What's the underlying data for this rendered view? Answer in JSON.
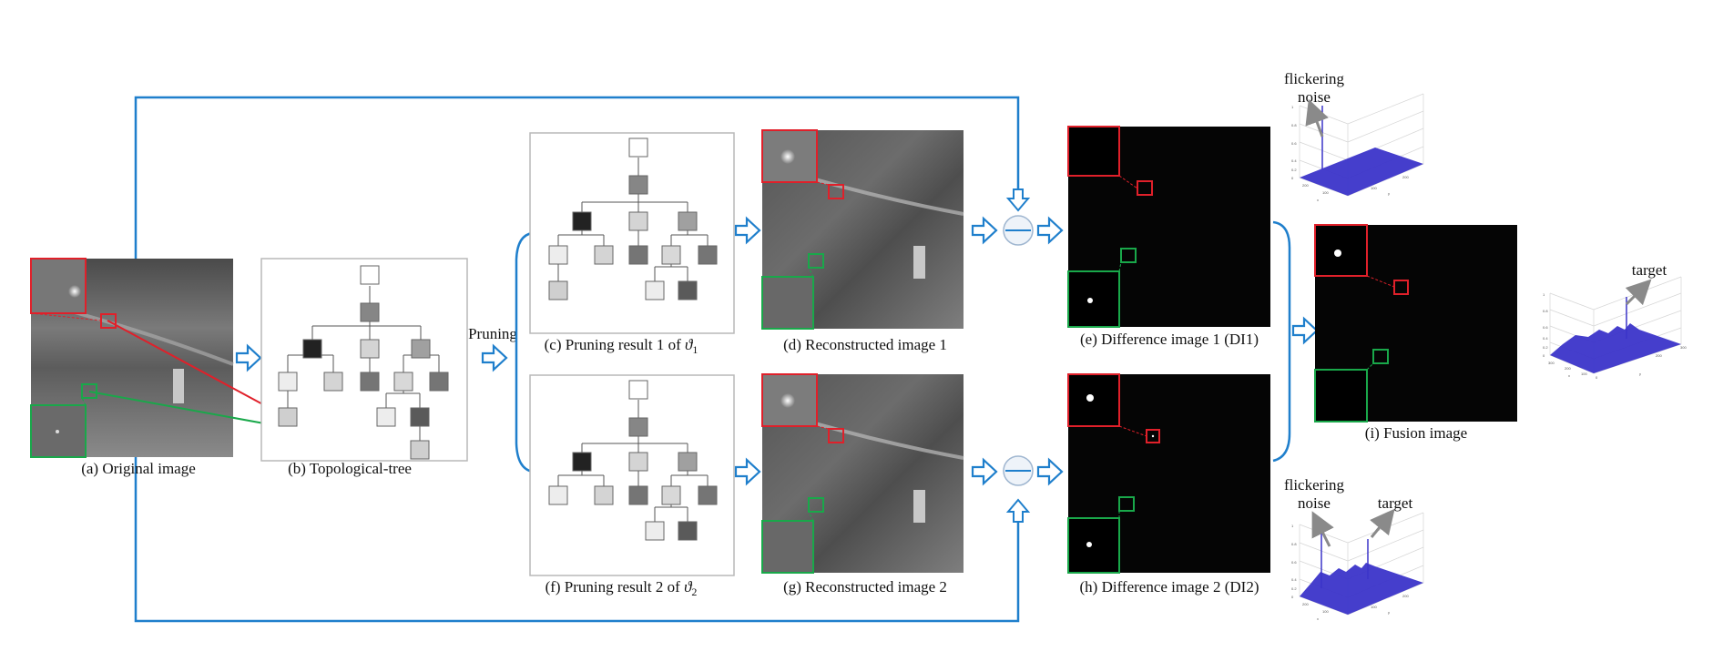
{
  "captions": {
    "a": "(a) Original image",
    "b": "(b) Topological-tree",
    "c_prefix": "(c) Pruning result 1 of ",
    "c_sym": "ϑ",
    "c_sub": "1",
    "d": "(d) Reconstructed image 1",
    "e": "(e) Difference image 1 (DI1)",
    "f_prefix": "(f) Pruning result 2 of ",
    "f_sym": "ϑ",
    "f_sub": "2",
    "g": "(g) Reconstructed image 2",
    "h": "(h) Difference image 2 (DI2)",
    "i": "(i) Fusion image"
  },
  "labels": {
    "pruning": "Pruning",
    "flickering_top_1": "flickering",
    "flickering_top_2": "noise",
    "flickering_bot_1": "flickering",
    "flickering_bot_2": "noise",
    "target_bot": "target",
    "target_right": "target"
  },
  "plot_ticks": {
    "top": [
      "1",
      "0.8",
      "0.6",
      "0.4",
      "0.2",
      "0",
      "200",
      "100",
      "200",
      "100",
      "x",
      "y"
    ],
    "bottom": [
      "1",
      "0.8",
      "0.6",
      "0.4",
      "0.2",
      "0",
      "200",
      "100",
      "200",
      "100",
      "x",
      "y"
    ],
    "right": [
      "1",
      "0.8",
      "0.6",
      "0.4",
      "0.2",
      "0",
      "300",
      "200",
      "100",
      "0",
      "200",
      "300",
      "x",
      "y"
    ]
  },
  "colors": {
    "flow": "#1f7fcc",
    "red_box": "#e0202a",
    "green_box": "#19a84a",
    "surface": "#3b34c9",
    "tree_border": "#b9b9b9"
  }
}
